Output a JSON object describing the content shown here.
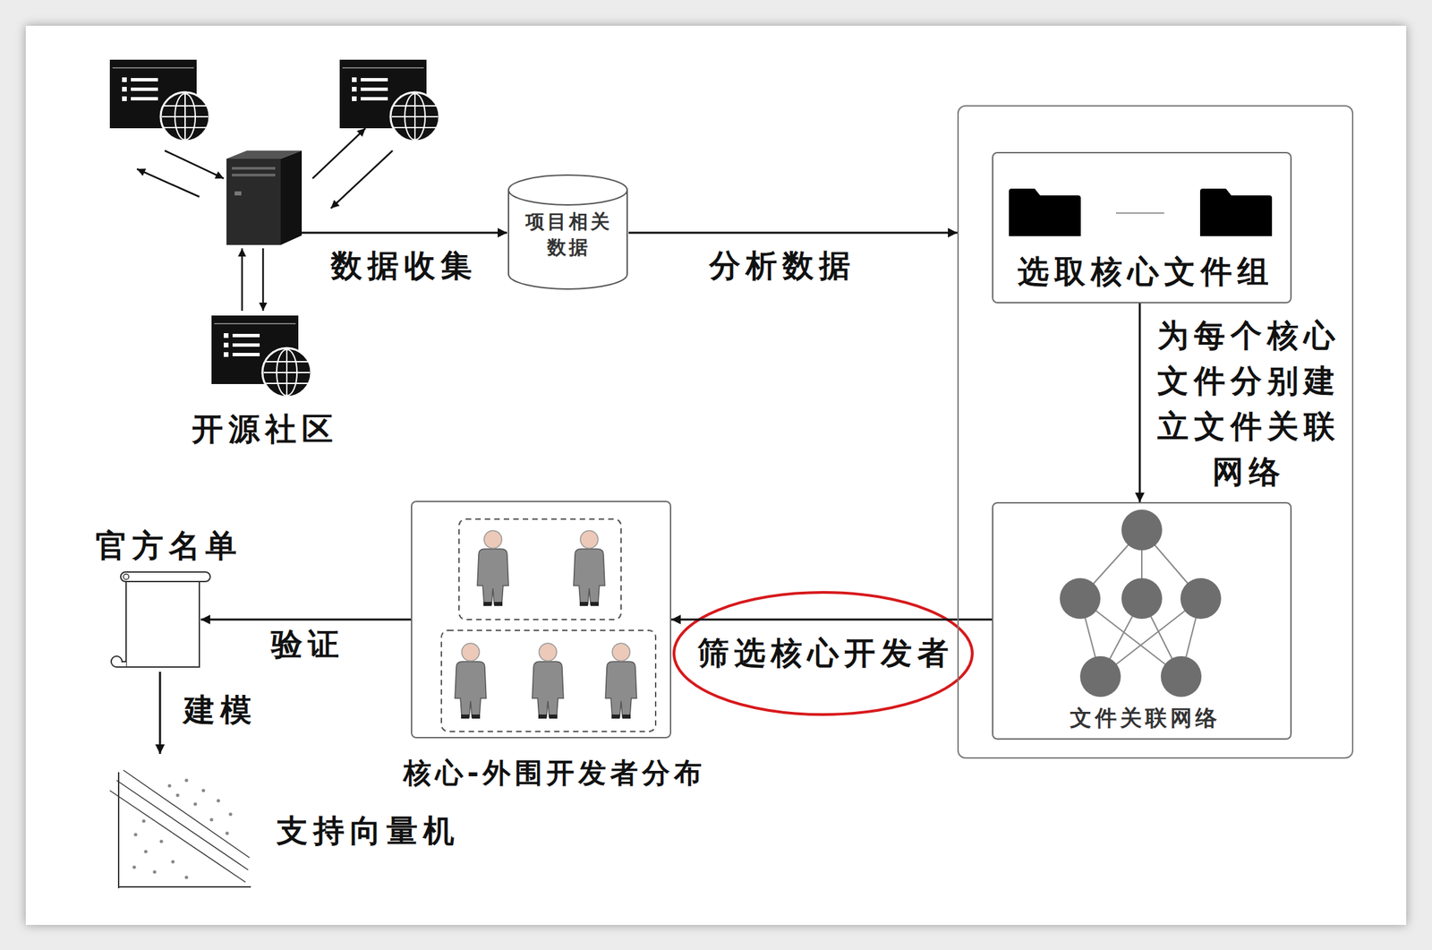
{
  "diagram": {
    "nodes": [
      {
        "text": [
          "开源社区"
        ]
      },
      {
        "text": [
          "项目相关 数据"
        ]
      },
      {
        "text": []
      },
      {
        "text": [
          "选取核心文件组"
        ],
        "in": 2
      },
      {
        "text": [
          "文件关联网络"
        ],
        "in": 2
      },
      {
        "text": [
          "核心-外围开发者分布"
        ]
      },
      {
        "text": [
          "官方名单"
        ]
      },
      {
        "text": [
          "支持向量机"
        ]
      }
    ],
    "edges": [
      {
        "from": 0,
        "to": 1,
        "label": "数据收集",
        "arrow": "to"
      },
      {
        "from": 1,
        "to": 2,
        "label": "分析数据",
        "arrow": "to"
      },
      {
        "from": 3,
        "to": 4,
        "label": "为每个核心文件分别建立文件关联网络",
        "arrow": "to"
      },
      {
        "from": 4,
        "to": 5,
        "label": "筛选核心开发者",
        "arrow": "to"
      },
      {
        "from": 5,
        "to": 6,
        "label": "验证",
        "arrow": "to"
      },
      {
        "from": 6,
        "to": 7,
        "label": "建模",
        "arrow": "to"
      }
    ]
  }
}
